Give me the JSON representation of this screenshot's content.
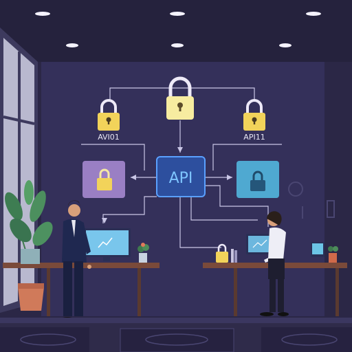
{
  "diagram": {
    "center_label": "API",
    "left_lock_label": "AVI01",
    "right_lock_label": "API11"
  },
  "colors": {
    "background": "#2b2746",
    "ceiling": "#26233f",
    "floor": "#2f2b4a",
    "center_box": "#2d4f9e",
    "center_border": "#5aa0ff",
    "left_box": "#9a7fc4",
    "right_box": "#4fa9d1",
    "lock_yellow": "#f2d35a",
    "connector": "#c9c6e6"
  },
  "icons": {
    "top_lock": "padlock-icon",
    "small_lock": "padlock-icon",
    "plant": "potted-plant-icon",
    "monitor": "monitor-icon"
  }
}
